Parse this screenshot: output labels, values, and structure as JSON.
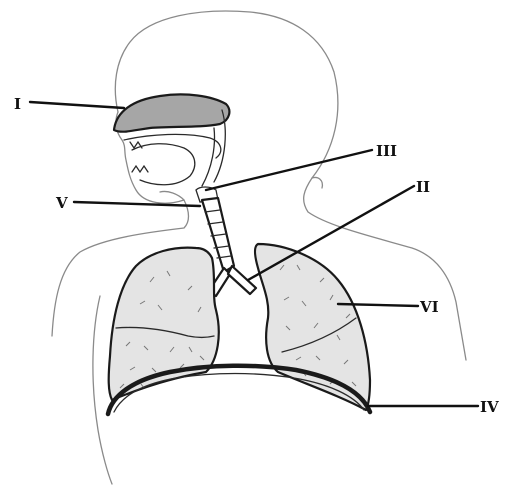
{
  "labels": {
    "nasal_cavity": "I",
    "bronchus": "II",
    "pharynx": "III",
    "diaphragm": "IV",
    "larynx": "V",
    "lung": "VI"
  },
  "colors": {
    "ink": "#111111",
    "body_outline": "#8a8a8a",
    "nasal_fill": "#a6a6a6",
    "lung_fill": "#e4e4e4",
    "diaphragm": "#1a1a1a"
  }
}
